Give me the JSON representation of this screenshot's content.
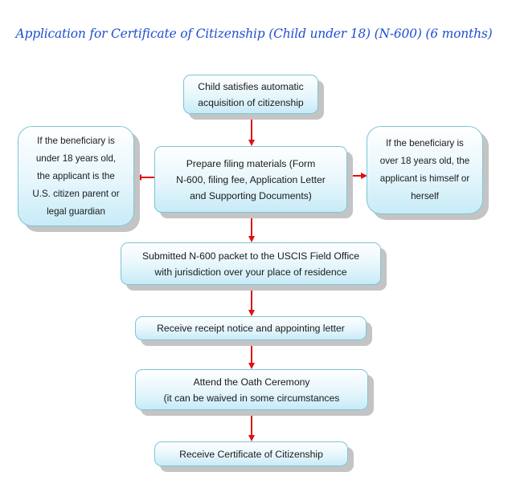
{
  "title": "Application for Certificate of Citizenship (Child under 18) (N-600) (6 months)",
  "colors": {
    "title": "#1f4fcf",
    "arrow": "#e01010",
    "box_border": "#7cc4d6",
    "box_fill": "#d8f1fa",
    "shadow": "#c4c4c4"
  },
  "steps": {
    "start": {
      "lines": [
        "Child satisfies automatic",
        "acquisition of citizenship"
      ]
    },
    "prepare": {
      "lines": [
        "Prepare filing materials (Form",
        "N-600, filing fee, Application Letter",
        "and Supporting Documents)"
      ]
    },
    "left_note": {
      "lines": [
        "If the beneficiary is",
        "under 18 years old,",
        "the applicant is the",
        "U.S. citizen parent or",
        "legal guardian"
      ]
    },
    "right_note": {
      "lines": [
        "If the beneficiary is",
        "over 18 years old, the",
        "applicant is himself or",
        "herself"
      ]
    },
    "submit": {
      "lines": [
        "Submitted N-600 packet to the USCIS Field Office",
        "with jurisdiction over your place of residence"
      ]
    },
    "receipt": {
      "lines": [
        "Receive receipt notice and appointing letter"
      ]
    },
    "oath": {
      "lines": [
        "Attend the Oath Ceremony",
        "(it can be waived in some circumstances"
      ]
    },
    "certificate": {
      "lines": [
        "Receive Certificate of Citizenship"
      ]
    }
  }
}
